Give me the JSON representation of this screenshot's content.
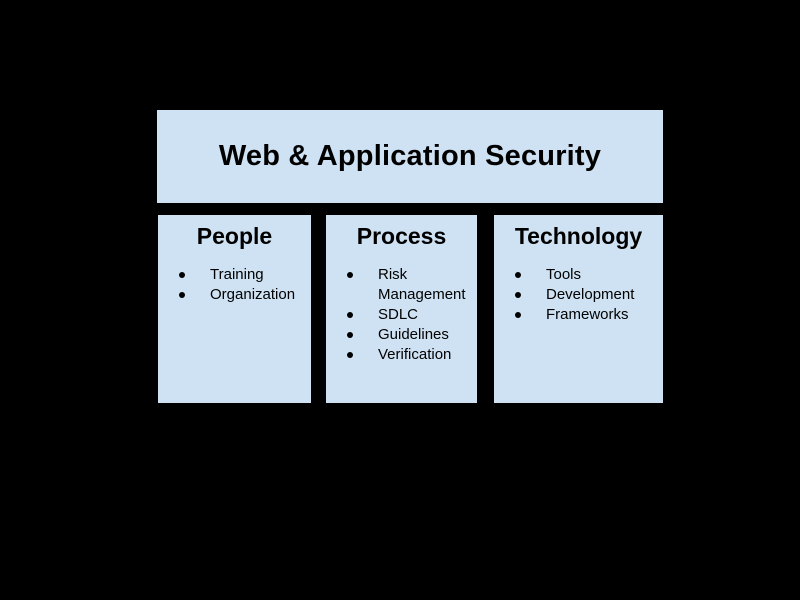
{
  "slide": {
    "background_color": "#000000",
    "box_fill_color": "#cfe2f3",
    "text_color": "#000000",
    "header": {
      "title": "Web & Application Security"
    },
    "columns": [
      {
        "title": "People",
        "items": [
          "Training",
          "Organization"
        ]
      },
      {
        "title": "Process",
        "items": [
          "Risk Management",
          "SDLC",
          "Guidelines",
          "Verification"
        ]
      },
      {
        "title": "Technology",
        "items": [
          "Tools",
          "Development",
          "Frameworks"
        ]
      }
    ]
  }
}
